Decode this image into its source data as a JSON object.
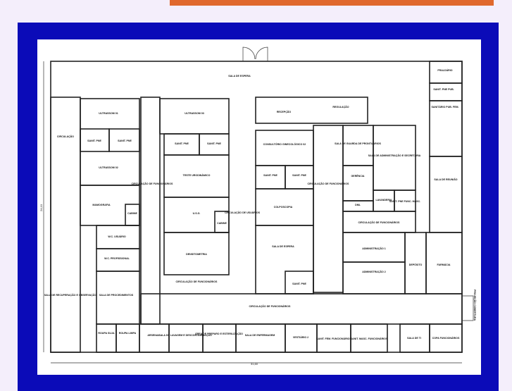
{
  "colors": {
    "background": "#f4eefb",
    "accent_bar": "#e0682c",
    "frame": "#0b0bb8",
    "walls": "#222222"
  },
  "plan": {
    "dimension_width": "31,60",
    "dimension_height": "24,10",
    "rooms": [
      {
        "label": "SALA DE ESPERA"
      },
      {
        "label": "FRALDÁRIO"
      },
      {
        "label": "SANIT. PNE PUB."
      },
      {
        "label": "SANITÁRIO PUB. FEM."
      },
      {
        "label": "CIRCULAÇÃO"
      },
      {
        "label": "ULTRASSOM 01"
      },
      {
        "label": "SANIT. PNE"
      },
      {
        "label": "SANIT. PNE"
      },
      {
        "label": "ULTRASSOM 02"
      },
      {
        "label": "MAMOGRAFIA"
      },
      {
        "label": "CABINE"
      },
      {
        "label": "W.C. USUÁRIO"
      },
      {
        "label": "W.C. PROFISSIONAL"
      },
      {
        "label": "SALA DE RECUPERAÇÃO E OBSERVAÇÃO"
      },
      {
        "label": "SALA DE PROCEDIMENTOS"
      },
      {
        "label": "ROUPA SUJA"
      },
      {
        "label": "ROUPA LIMPA"
      },
      {
        "label": "ARSENAL"
      },
      {
        "label": "SALA DE LAVAGEM E DESCONTAMINAÇÃO"
      },
      {
        "label": "ÁREA DE PREPARO E ESTERILIZAÇÃO"
      },
      {
        "label": "SALA DE ENFERMAGEM"
      },
      {
        "label": "VESTIÁRIO 2"
      },
      {
        "label": "SANIT. FEM. FUNCIONÁRIOS"
      },
      {
        "label": "SANIT. MASC. FUNCIONÁRIOS"
      },
      {
        "label": "SALA DE TI"
      },
      {
        "label": "COPA FUNCIONÁRIOS"
      },
      {
        "label": "ULTRASSOM 03"
      },
      {
        "label": "SANIT. PNE"
      },
      {
        "label": "SANIT. PNE"
      },
      {
        "label": "TESTE URODINÂMICO"
      },
      {
        "label": "CIRCULAÇÃO DE FUNCIONÁRIOS"
      },
      {
        "label": "U.S.G."
      },
      {
        "label": "CABINE"
      },
      {
        "label": "DENSITOMETRIA"
      },
      {
        "label": "CIRCULAÇÃO DE FUNCIONÁRIOS"
      },
      {
        "label": "CIRCULAÇÃO DE USUÁRIOS"
      },
      {
        "label": "RECEPÇÃO"
      },
      {
        "label": "REGULAÇÃO"
      },
      {
        "label": "CONSULTÓRIO GINECOLÓGICO 02"
      },
      {
        "label": "SANIT. PNE"
      },
      {
        "label": "SANIT. PNE"
      },
      {
        "label": "COLPOSCOPIA"
      },
      {
        "label": "SALA DE ESPERA"
      },
      {
        "label": "SANIT. PNE"
      },
      {
        "label": "CIRCULAÇÃO DE FUNCIONÁRIOS"
      },
      {
        "label": "SALA DE GUARDA DE PRONTUÁRIOS"
      },
      {
        "label": "GERÊNCIA"
      },
      {
        "label": "DML"
      },
      {
        "label": "SALA DE ADMINISTRAÇÃO E SECRETARIA"
      },
      {
        "label": "LAVANDERIA"
      },
      {
        "label": "SANIT. PNE FUNC. MASC."
      },
      {
        "label": "SALA DE REUNIÃO"
      },
      {
        "label": "CIRCULAÇÃO DE FUNCIONÁRIOS"
      },
      {
        "label": "ADMINISTRAÇÃO 1"
      },
      {
        "label": "ADMINISTRAÇÃO 2"
      },
      {
        "label": "DEPÓSITO"
      },
      {
        "label": "FARMÁCIA"
      },
      {
        "label": "CIRCULAÇÃO DE FUNCIONÁRIOS"
      },
      {
        "label": "PROJEÇÃO COBERTURA"
      }
    ]
  }
}
